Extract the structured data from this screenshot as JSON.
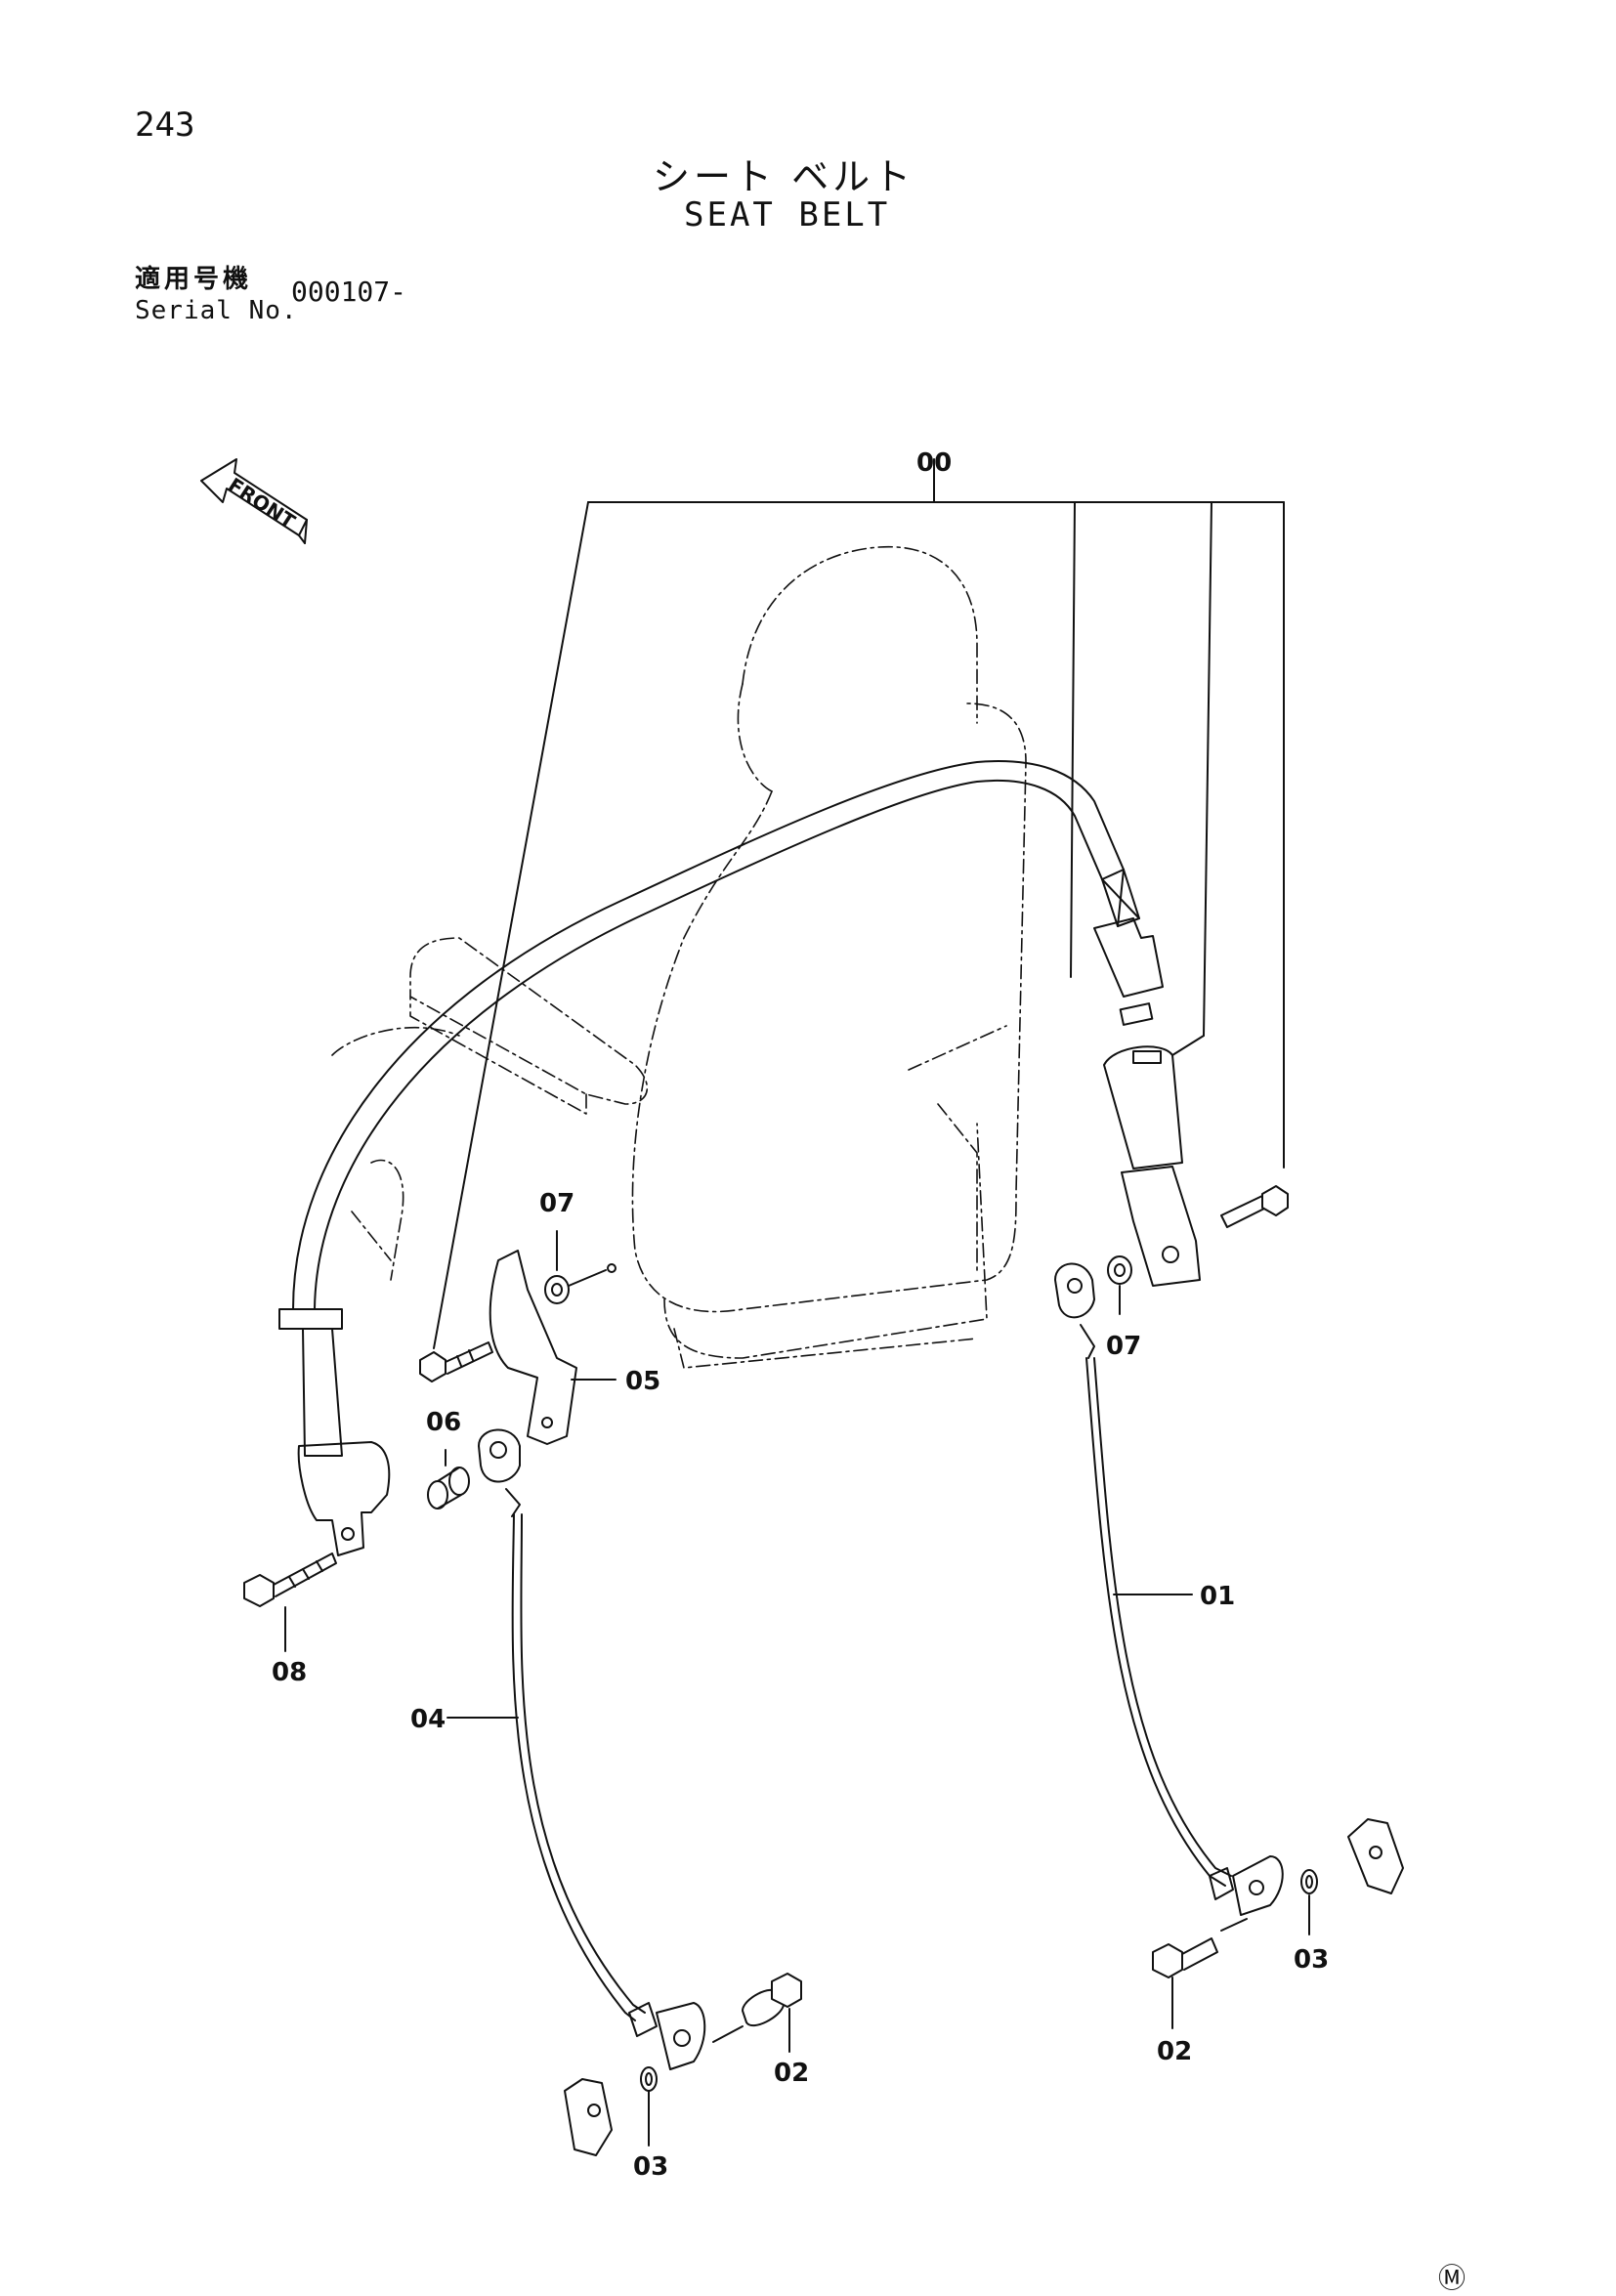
{
  "page": {
    "number": "243"
  },
  "title": {
    "jp": "シート ベルト",
    "en": "SEAT BELT"
  },
  "serial": {
    "label_jp": "適用号機",
    "label_en": "Serial No.",
    "value": "000107-"
  },
  "front_arrow": {
    "label": "FRONT",
    "icon": "front-arrow-icon"
  },
  "parts": [
    {
      "id": "00"
    },
    {
      "id": "01"
    },
    {
      "id": "02"
    },
    {
      "id": "03"
    },
    {
      "id": "04"
    },
    {
      "id": "05"
    },
    {
      "id": "06"
    },
    {
      "id": "07"
    },
    {
      "id": "08"
    }
  ],
  "footer": {
    "mark": "Ⓜ"
  }
}
